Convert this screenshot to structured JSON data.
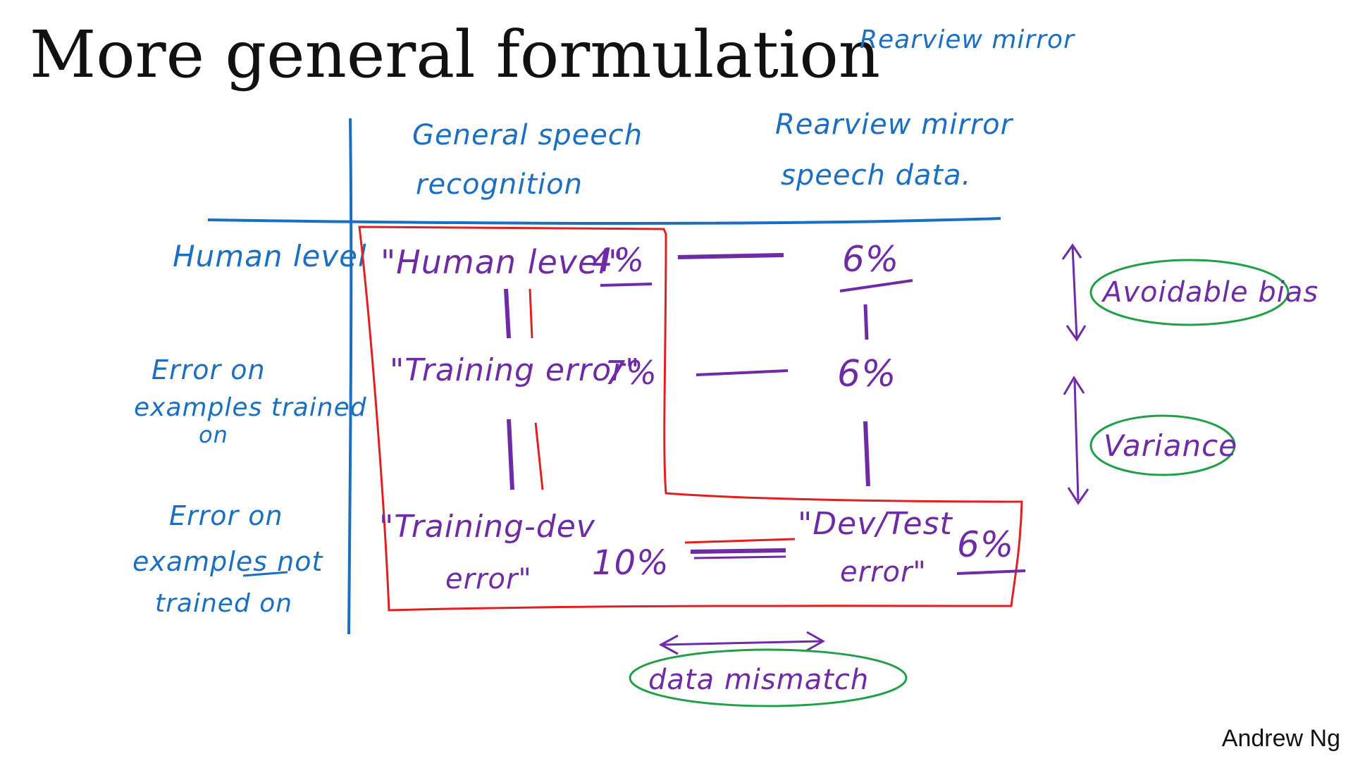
{
  "slide": {
    "title": "More general formulation",
    "author": "Andrew Ng",
    "corner_note": "Rearview mirror"
  },
  "table": {
    "column_headers": [
      {
        "line1": "General speech",
        "line2": "recognition"
      },
      {
        "line1": "Rearview mirror",
        "line2": "speech data."
      }
    ],
    "row_headers": [
      {
        "lines": [
          "Human level"
        ]
      },
      {
        "lines": [
          "Error on",
          "examples trained",
          "on"
        ]
      },
      {
        "lines": [
          "Error on",
          "examples not",
          "trained on"
        ]
      }
    ],
    "general_column": [
      {
        "label": "\"Human level\"",
        "value": "4%"
      },
      {
        "label": "\"Training error\"",
        "value": "7%"
      },
      {
        "label_line1": "\"Training-dev",
        "label_line2": "error\"",
        "value": "10%"
      }
    ],
    "rearview_column": [
      {
        "value": "6%"
      },
      {
        "value": "6%"
      },
      {
        "label_line1": "\"Dev/Test",
        "label_line2": "error\"",
        "value": "6%"
      }
    ]
  },
  "annotations": {
    "avoidable_bias": "Avoidable bias",
    "variance": "Variance",
    "data_mismatch": "data mismatch"
  },
  "colors": {
    "blue_ink": "#1a6fc2",
    "purple_ink": "#6f2aa6",
    "red_ink": "#e02020",
    "green_ink": "#1fa046",
    "title_text": "#111111"
  }
}
